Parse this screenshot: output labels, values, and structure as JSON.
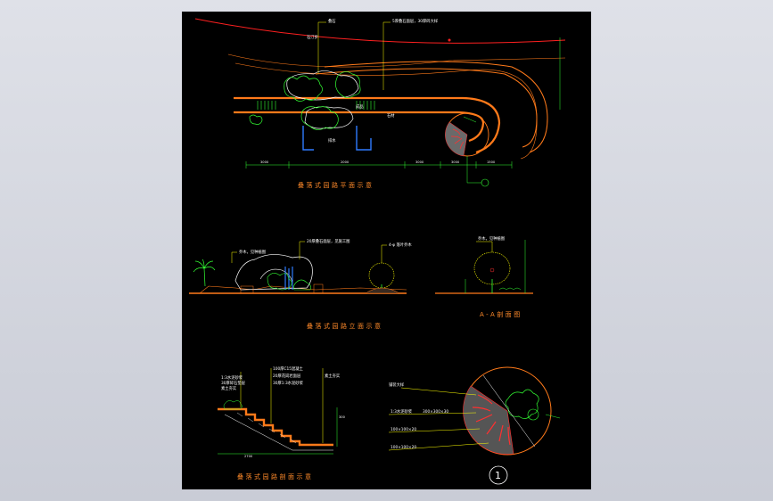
{
  "colors": {
    "background": "#d5d8e0",
    "sheet": "#000000",
    "path_orange": "#ff7a1a",
    "plant_green": "#33ff33",
    "leader_yellow": "#ffff00",
    "rock_white": "#ffffff",
    "water_blue": "#2f7bff",
    "caption_orange": "#ff8a2a",
    "boundary_red": "#ff2020",
    "circle_red": "#ff3030"
  },
  "plan": {
    "caption": "叠落式园路平面示意",
    "callouts": [
      "叠石",
      "5厚叠石面层，30厚碎大样"
    ],
    "dims": [
      "3000",
      "2000",
      "3000",
      "3000",
      "1500"
    ],
    "labels": [
      "石汀步",
      "石材",
      "排水",
      "成品"
    ]
  },
  "elevation": {
    "caption": "叠落式园路立面示意",
    "callouts": [
      "乔木，见种植图",
      "20厚叠石面层，见施工图",
      "4-φ 落叶乔木",
      "乔木，见种植图"
    ],
    "section_caption": "A-A剖面图"
  },
  "section": {
    "caption": "叠落式园路剖面示意",
    "callouts": [
      "1:3水泥砂浆",
      "30厚碎石垫层",
      "素土夯实",
      "100厚C15混凝土",
      "20厚花岗岩面层",
      "30厚1:3水泥砂浆",
      "素土夯实"
    ],
    "dims": [
      "300",
      "2700"
    ]
  },
  "detail": {
    "title": "铺装大样",
    "notes": [
      "1:3水泥砂浆",
      "300×300×30",
      "100×100×20",
      "100×100×20"
    ],
    "marker": "1"
  }
}
